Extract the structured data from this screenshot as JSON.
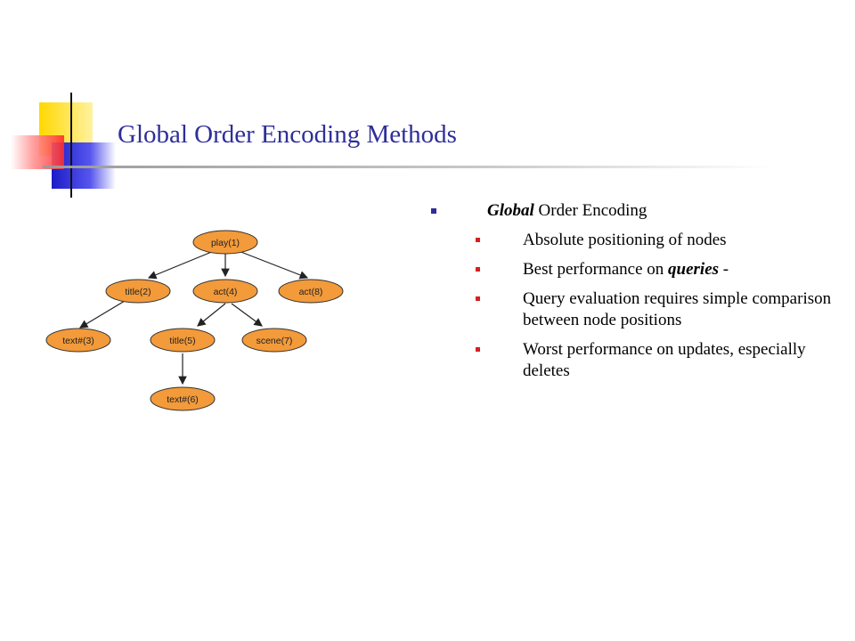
{
  "slide": {
    "title": "Global Order Encoding Methods"
  },
  "tree": {
    "nodes": [
      {
        "id": "play",
        "label": "play(1)"
      },
      {
        "id": "title2",
        "label": "title(2)"
      },
      {
        "id": "act4",
        "label": "act(4)"
      },
      {
        "id": "act8",
        "label": "act(8)"
      },
      {
        "id": "text3",
        "label": "text#(3)"
      },
      {
        "id": "title5",
        "label": "title(5)"
      },
      {
        "id": "scene7",
        "label": "scene(7)"
      },
      {
        "id": "text6",
        "label": "text#(6)"
      }
    ]
  },
  "content": {
    "bullet": {
      "prefix": "Global",
      "rest": " Order Encoding"
    },
    "sub_items": [
      {
        "before": "Absolute positioning of nodes",
        "emph": "",
        "after": ""
      },
      {
        "before": "Best performance on ",
        "emph": "queries",
        "after": " -"
      },
      {
        "before": "Query evaluation requires simple comparison between node positions",
        "emph": "",
        "after": ""
      },
      {
        "before": "Worst performance on updates, especially deletes",
        "emph": "",
        "after": ""
      }
    ]
  },
  "colors": {
    "title": "#2e2e9a",
    "node_fill": "#f39a3a",
    "bullet_main": "#2e2e9a",
    "bullet_sub": "#d62020"
  }
}
